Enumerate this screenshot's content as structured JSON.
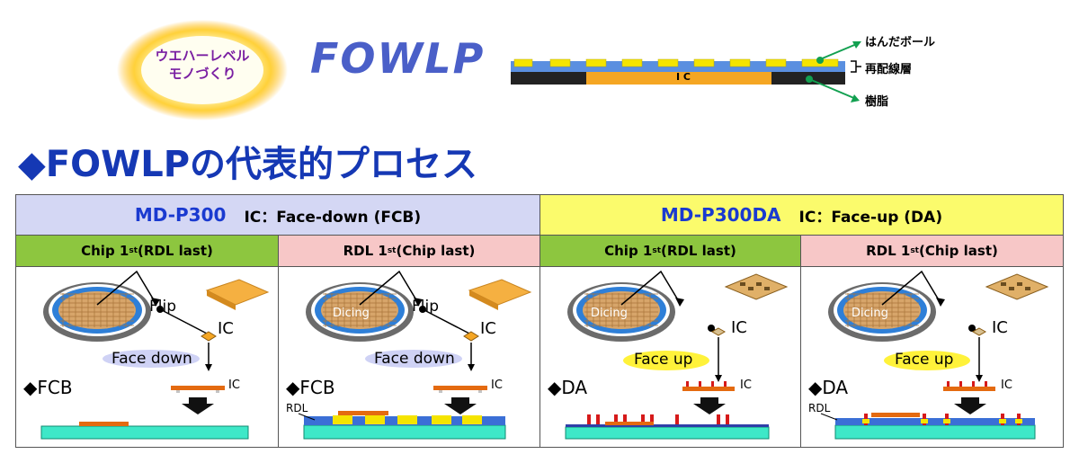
{
  "header": {
    "badge_line1": "ウエハーレベル",
    "badge_line2": "モノづくり",
    "logo": "FOWLP",
    "pkg_ic_label": "I C",
    "pkg_solder_label": "はんだボール",
    "pkg_rdl_label": "再配線層",
    "pkg_resin_label": "樹脂"
  },
  "title": "◆FOWLPの代表的プロセス",
  "table": {
    "groups": [
      {
        "model": "MD-P300",
        "subtitle": "IC：Face-down (FCB)",
        "color": "#d4d7f4"
      },
      {
        "model": "MD-P300DA",
        "subtitle": "IC：Face-up (DA)",
        "color": "#fbfb6c"
      }
    ],
    "columns": [
      {
        "label_main": "Chip 1",
        "label_sup": "st",
        "label_rest": "(RDL last)",
        "color": "#8dc63f"
      },
      {
        "label_main": "RDL 1",
        "label_sup": "st",
        "label_rest": "(Chip last)",
        "color": "#f7c7c7"
      },
      {
        "label_main": "Chip 1",
        "label_sup": "st",
        "label_rest": "(RDL last)",
        "color": "#8dc63f"
      },
      {
        "label_main": "RDL 1",
        "label_sup": "st",
        "label_rest": "(Chip last)",
        "color": "#f7c7c7"
      }
    ],
    "cells": [
      {
        "dicing": "",
        "flip": "Flip",
        "ic": "IC",
        "face": "Face down",
        "method": "◆FCB",
        "ic_small": "IC",
        "rdl": ""
      },
      {
        "dicing": "Dicing",
        "flip": "Flip",
        "ic": "IC",
        "face": "Face down",
        "method": "◆FCB",
        "ic_small": "IC",
        "rdl": "RDL"
      },
      {
        "dicing": "Dicing",
        "flip": "",
        "ic": "IC",
        "face": "Face up",
        "method": "◆DA",
        "ic_small": "IC",
        "rdl": ""
      },
      {
        "dicing": "Dicing",
        "flip": "",
        "ic": "IC",
        "face": "Face up",
        "method": "◆DA",
        "ic_small": "IC",
        "rdl": "RDL"
      }
    ]
  },
  "colors": {
    "title": "#1538b4",
    "model": "#1a3ad0",
    "wafer_ring": "#2e7fd8",
    "wafer_grid": "#d7a56a",
    "substrate": "#3ee8c8",
    "chip_orange": "#e46a10",
    "bump_red": "#d61a1a"
  }
}
